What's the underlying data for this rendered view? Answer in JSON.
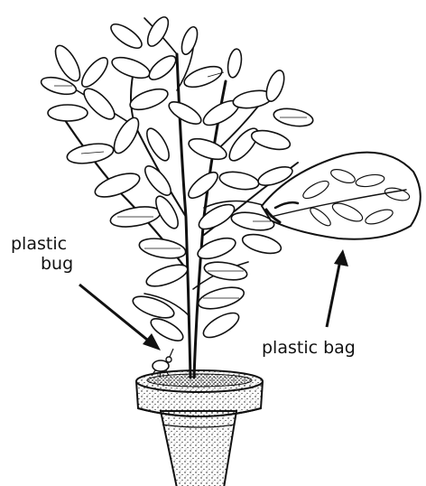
{
  "labels": {
    "plastic_bug_line1": "plastic",
    "plastic_bug_line2": "bug",
    "plastic_bag": "plastic bag"
  },
  "colors": {
    "ink": "#111111",
    "paper": "#ffffff"
  }
}
